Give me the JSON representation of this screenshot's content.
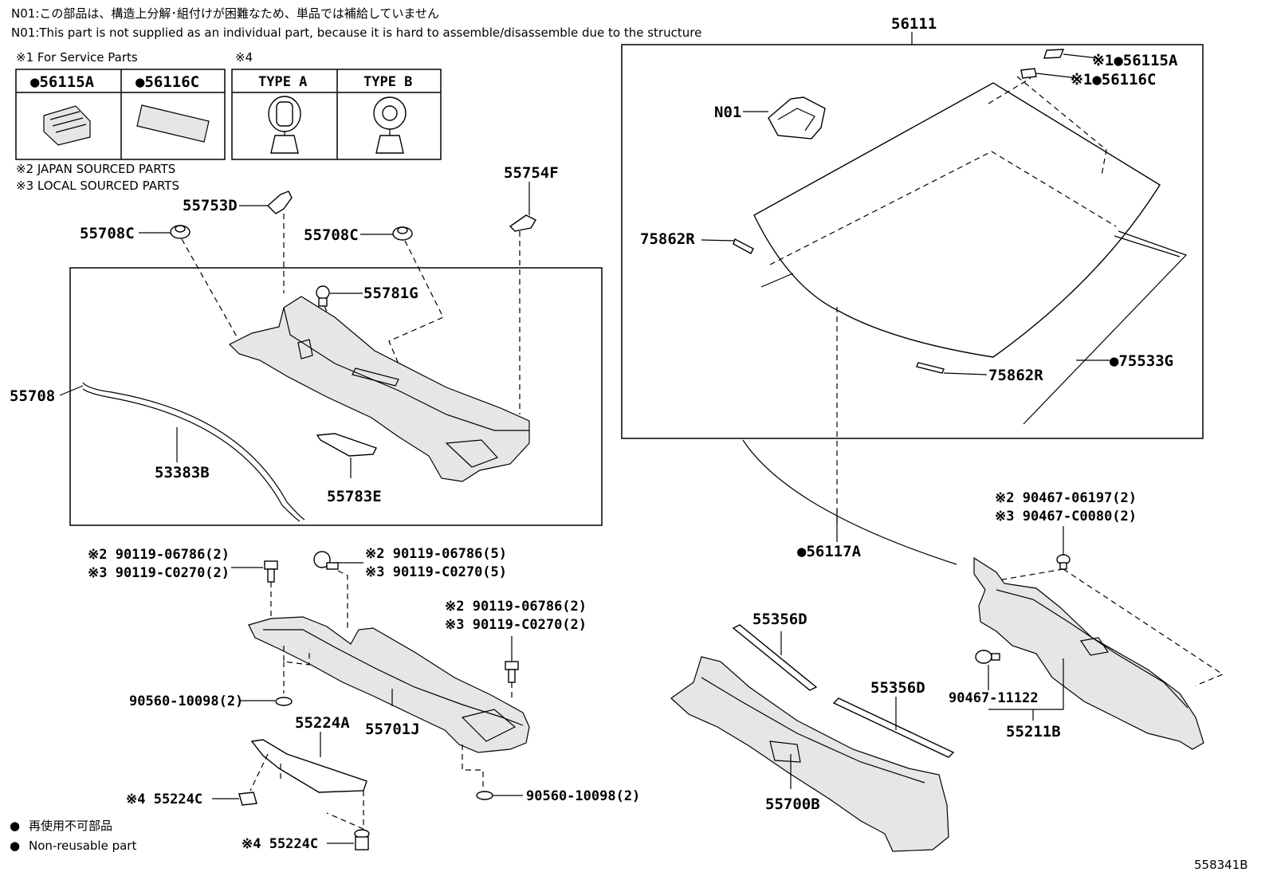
{
  "notes": {
    "n01_jp": "N01:この部品は、構造上分解･組付けが困難なため、単品では補給していません",
    "n01_en": "N01:This part is not supplied as an individual part, because it is hard to assemble/disassemble due to the structure",
    "service_parts": "※1 For Service Parts",
    "type_ref": "※4",
    "japan_sourced": "※2 JAPAN SOURCED PARTS",
    "local_sourced": "※3 LOCAL SOURCED PARTS",
    "legend_jp": "再使用不可部品",
    "legend_en": "Non-reusable part",
    "bullet": "●"
  },
  "service_table": {
    "col1": "●56115A",
    "col2": "●56116C",
    "type_a": "TYPE A",
    "type_b": "TYPE B"
  },
  "labels": {
    "p56111": "56111",
    "p56115A": "※1●56115A",
    "p56116C": "※1●56116C",
    "pN01": "N01",
    "p75862R_a": "75862R",
    "p75862R_b": "75862R",
    "p75533G": "●75533G",
    "p56117A": "●56117A",
    "p55754F": "55754F",
    "p55753D": "55753D",
    "p55708C_a": "55708C",
    "p55708C_b": "55708C",
    "p55781G": "55781G",
    "p55708": "55708",
    "p53383B": "53383B",
    "p55783E": "55783E",
    "bolt_left_2": "※2 90119-06786(2)",
    "bolt_left_3": "※3 90119-C0270(2)",
    "bolt_mid_2": "※2 90119-06786(5)",
    "bolt_mid_3": "※3 90119-C0270(5)",
    "bolt_right_2": "※2 90119-06786(2)",
    "bolt_right_3": "※3 90119-C0270(2)",
    "washer_a": "90560-10098(2)",
    "washer_b": "90560-10098(2)",
    "p55701J": "55701J",
    "p55224A": "55224A",
    "p55224C_a": "※4 55224C",
    "p55224C_b": "※4 55224C",
    "p55356D_a": "55356D",
    "p55356D_b": "55356D",
    "p55700B": "55700B",
    "clip_2": "※2 90467-06197(2)",
    "clip_3": "※3 90467-C0080(2)",
    "clip_90467": "90467-11122",
    "p55211B": "55211B",
    "diagram_id": "558341B"
  }
}
